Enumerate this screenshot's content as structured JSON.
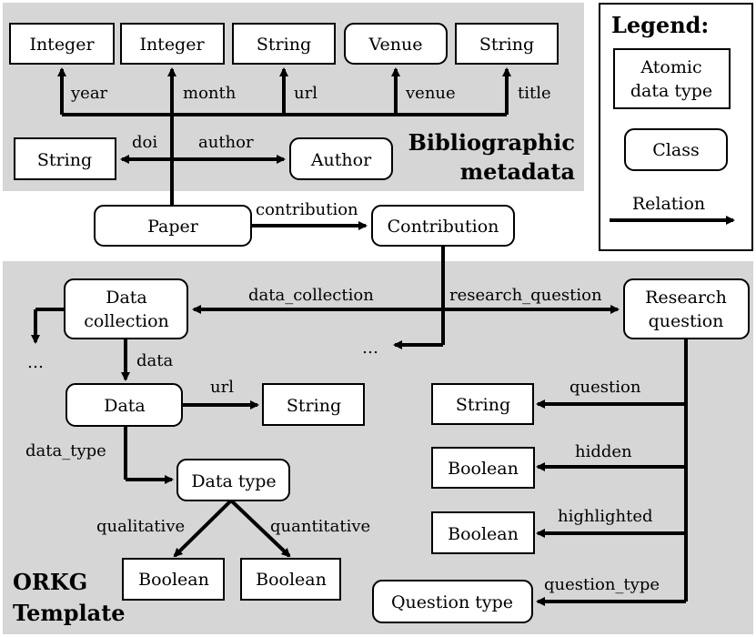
{
  "regions": {
    "bibliographic": {
      "title_line1": "Bibliographic",
      "title_line2": "metadata",
      "fill": "#d6d6d6"
    },
    "orkg": {
      "title_line1": "ORKG",
      "title_line2": "Template",
      "fill": "#d6d6d6"
    }
  },
  "legend": {
    "title": "Legend:",
    "atomic_line1": "Atomic",
    "atomic_line2": "data type",
    "class": "Class",
    "relation": "Relation"
  },
  "nodes": {
    "year_type": "Integer",
    "month_type": "Integer",
    "url_type": "String",
    "venue_type": "Venue",
    "title_type": "String",
    "doi_type": "String",
    "author": "Author",
    "paper": "Paper",
    "contribution": "Contribution",
    "data_collection_line1": "Data",
    "data_collection_line2": "collection",
    "research_question_line1": "Research",
    "research_question_line2": "question",
    "data": "Data",
    "data_url_type": "String",
    "data_type": "Data type",
    "qualitative_type": "Boolean",
    "quantitative_type": "Boolean",
    "question_type_string": "String",
    "hidden_type": "Boolean",
    "highlighted_type": "Boolean",
    "question_type": "Question type"
  },
  "relations": {
    "year": "year",
    "month": "month",
    "url": "url",
    "venue": "venue",
    "title": "title",
    "doi": "doi",
    "author": "author",
    "contribution": "contribution",
    "data_collection": "data_collection",
    "research_question": "research_question",
    "data": "data",
    "data_url": "url",
    "data_type": "data_type",
    "qualitative": "qualitative",
    "quantitative": "quantitative",
    "question": "question",
    "hidden": "hidden",
    "highlighted": "highlighted",
    "question_type": "question_type",
    "ellipsis_left": "…",
    "ellipsis_center": "…"
  }
}
